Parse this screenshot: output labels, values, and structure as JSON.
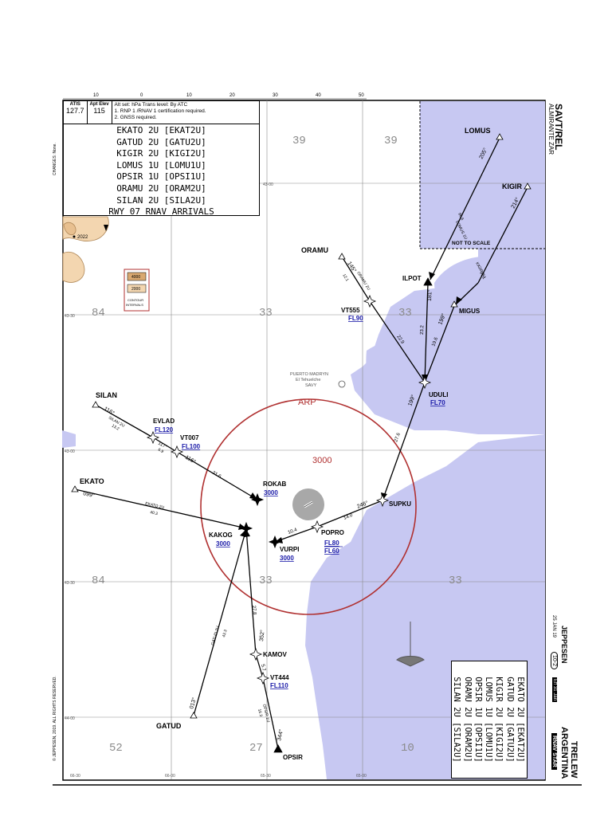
{
  "header": {
    "atis_label": "ATIS",
    "atis_freq": "127.7",
    "apt_elev_label": "Apt Elev",
    "apt_elev": "115",
    "notes_line1": "Alt set: hPa    Trans level: By ATC",
    "notes_line2": "1. RNP 1 /RNAV 1 certification required.",
    "notes_line3": "2. GNSS required.",
    "procedures": [
      "EKATO 2U [EKAT2U]",
      "GATUD 2U [GATU2U]",
      "KIGIR 2U [KIGI2U]",
      "LOMUS 1U [LOMU1U]",
      "OPSIR 1U [OPSI1U]",
      "ORAMU 2U [ORAM2U]",
      "SILAN 2U [SILA2U]",
      "RWY 07 RNAV ARRIVALS"
    ]
  },
  "airport": {
    "icao_iata": "SAVT/REL",
    "name": "ALMIRANTE ZAR",
    "city": "TRELEW",
    "country": "ARGENTINA",
    "type_label": "RNAV STAR",
    "chart_date": "25 JAN 19",
    "chart_number": "10-2",
    "eff_label": "Eff 31 Jan",
    "publisher": "JEPPESEN"
  },
  "margin": {
    "changes": "CHANGES: None.",
    "copyright": "© JEPPESEN, 2019. ALL RIGHTS RESERVED."
  },
  "grid": {
    "top_scale": [
      "10",
      "0",
      "10",
      "20",
      "30",
      "40",
      "50"
    ],
    "left_lats": [
      "43-00",
      "43-30",
      "43-00",
      "43-30",
      "44-00"
    ],
    "bottom_lons": [
      "66-30",
      "66-00",
      "65-30",
      "65-00"
    ]
  },
  "msa": [
    "39",
    "39",
    "84",
    "33",
    "33",
    "84",
    "33",
    "33",
    "52",
    "27",
    "10"
  ],
  "legend": {
    "top": "4000",
    "mid": "2000",
    "caption1": "CONTOUR",
    "caption2": "INTERVALS"
  },
  "terrain_label": "2022",
  "inset_label": "NOT TO SCALE",
  "arp": {
    "label": "ARP",
    "alt": "3000"
  },
  "city": {
    "name": "PUERTO MADRYN",
    "apt_name": "El Tehuelche",
    "apt_code": "SAVY"
  },
  "fixes": [
    {
      "name": "LOMUS",
      "alt": ""
    },
    {
      "name": "KIGIR",
      "alt": ""
    },
    {
      "name": "ILPOT",
      "alt": ""
    },
    {
      "name": "MIGUS",
      "alt": ""
    },
    {
      "name": "ORAMU",
      "alt": ""
    },
    {
      "name": "VT555",
      "alt": "FL90"
    },
    {
      "name": "UDULI",
      "alt": "FL70"
    },
    {
      "name": "SILAN",
      "alt": ""
    },
    {
      "name": "EVLAD",
      "alt": "FL120"
    },
    {
      "name": "VT007",
      "alt": "FL100"
    },
    {
      "name": "EKATO",
      "alt": ""
    },
    {
      "name": "ROKAB",
      "alt": "3000"
    },
    {
      "name": "SUPKU",
      "alt": ""
    },
    {
      "name": "POPRO",
      "alt": "FL80"
    },
    {
      "name": "POPRO_b",
      "alt": "FL60"
    },
    {
      "name": "KAKOG",
      "alt": "3000"
    },
    {
      "name": "VURPI",
      "alt": "3000"
    },
    {
      "name": "KAMOV",
      "alt": ""
    },
    {
      "name": "VT444",
      "alt": "FL110"
    },
    {
      "name": "GATUD",
      "alt": ""
    },
    {
      "name": "OPSIR",
      "alt": ""
    }
  ],
  "legs": {
    "lomus_crs": "205°",
    "lomus_dist": "96.6",
    "lomus_name": "LOMUS 1U",
    "kigir_crs": "214°",
    "kigir_dist": "97.1",
    "kigir_name": "KIGIR 2U",
    "ilpot_crs": "181°",
    "ilpot_dist": "23.2",
    "migus_crs": "199°",
    "migus_dist": "19.6",
    "oramu_crs": "145°",
    "oramu_dist": "12.1",
    "oramu_name": "ORAMU 2U",
    "vt555_dist": "22.9",
    "uduli_crs": "199°",
    "uduli_dist": "27.6",
    "silan_crs": "116°",
    "silan_dist": "13.2",
    "silan_name": "SILAN 2U",
    "evlad_crs": "117°",
    "evlad_dist": "6.9",
    "vt007_crs": "116°",
    "vt007_dist": "21.6",
    "ekato_crs": "099°",
    "ekato_dist": "40.3",
    "ekato_name": "EKATO 2U",
    "supku_crs": "246°",
    "supku_dist": "14.0",
    "popro_dist": "10.4",
    "gatud_crs": "013°",
    "gatud_dist": "43.3",
    "gatud_name": "GATUD 2U",
    "kamov_crs": "352°",
    "kamov_dist": "27.8",
    "vt444_dist": "5.7",
    "opsir_crs": "344°",
    "opsir_dist": "16.3",
    "opsir_name": "OPSIR 1U"
  },
  "colors": {
    "water": "#c7c8f2",
    "terrain": "#f3d6b0",
    "terrain_line": "#b08858",
    "arp_circle": "#b03030",
    "alt_blue": "#1a1aa8"
  }
}
